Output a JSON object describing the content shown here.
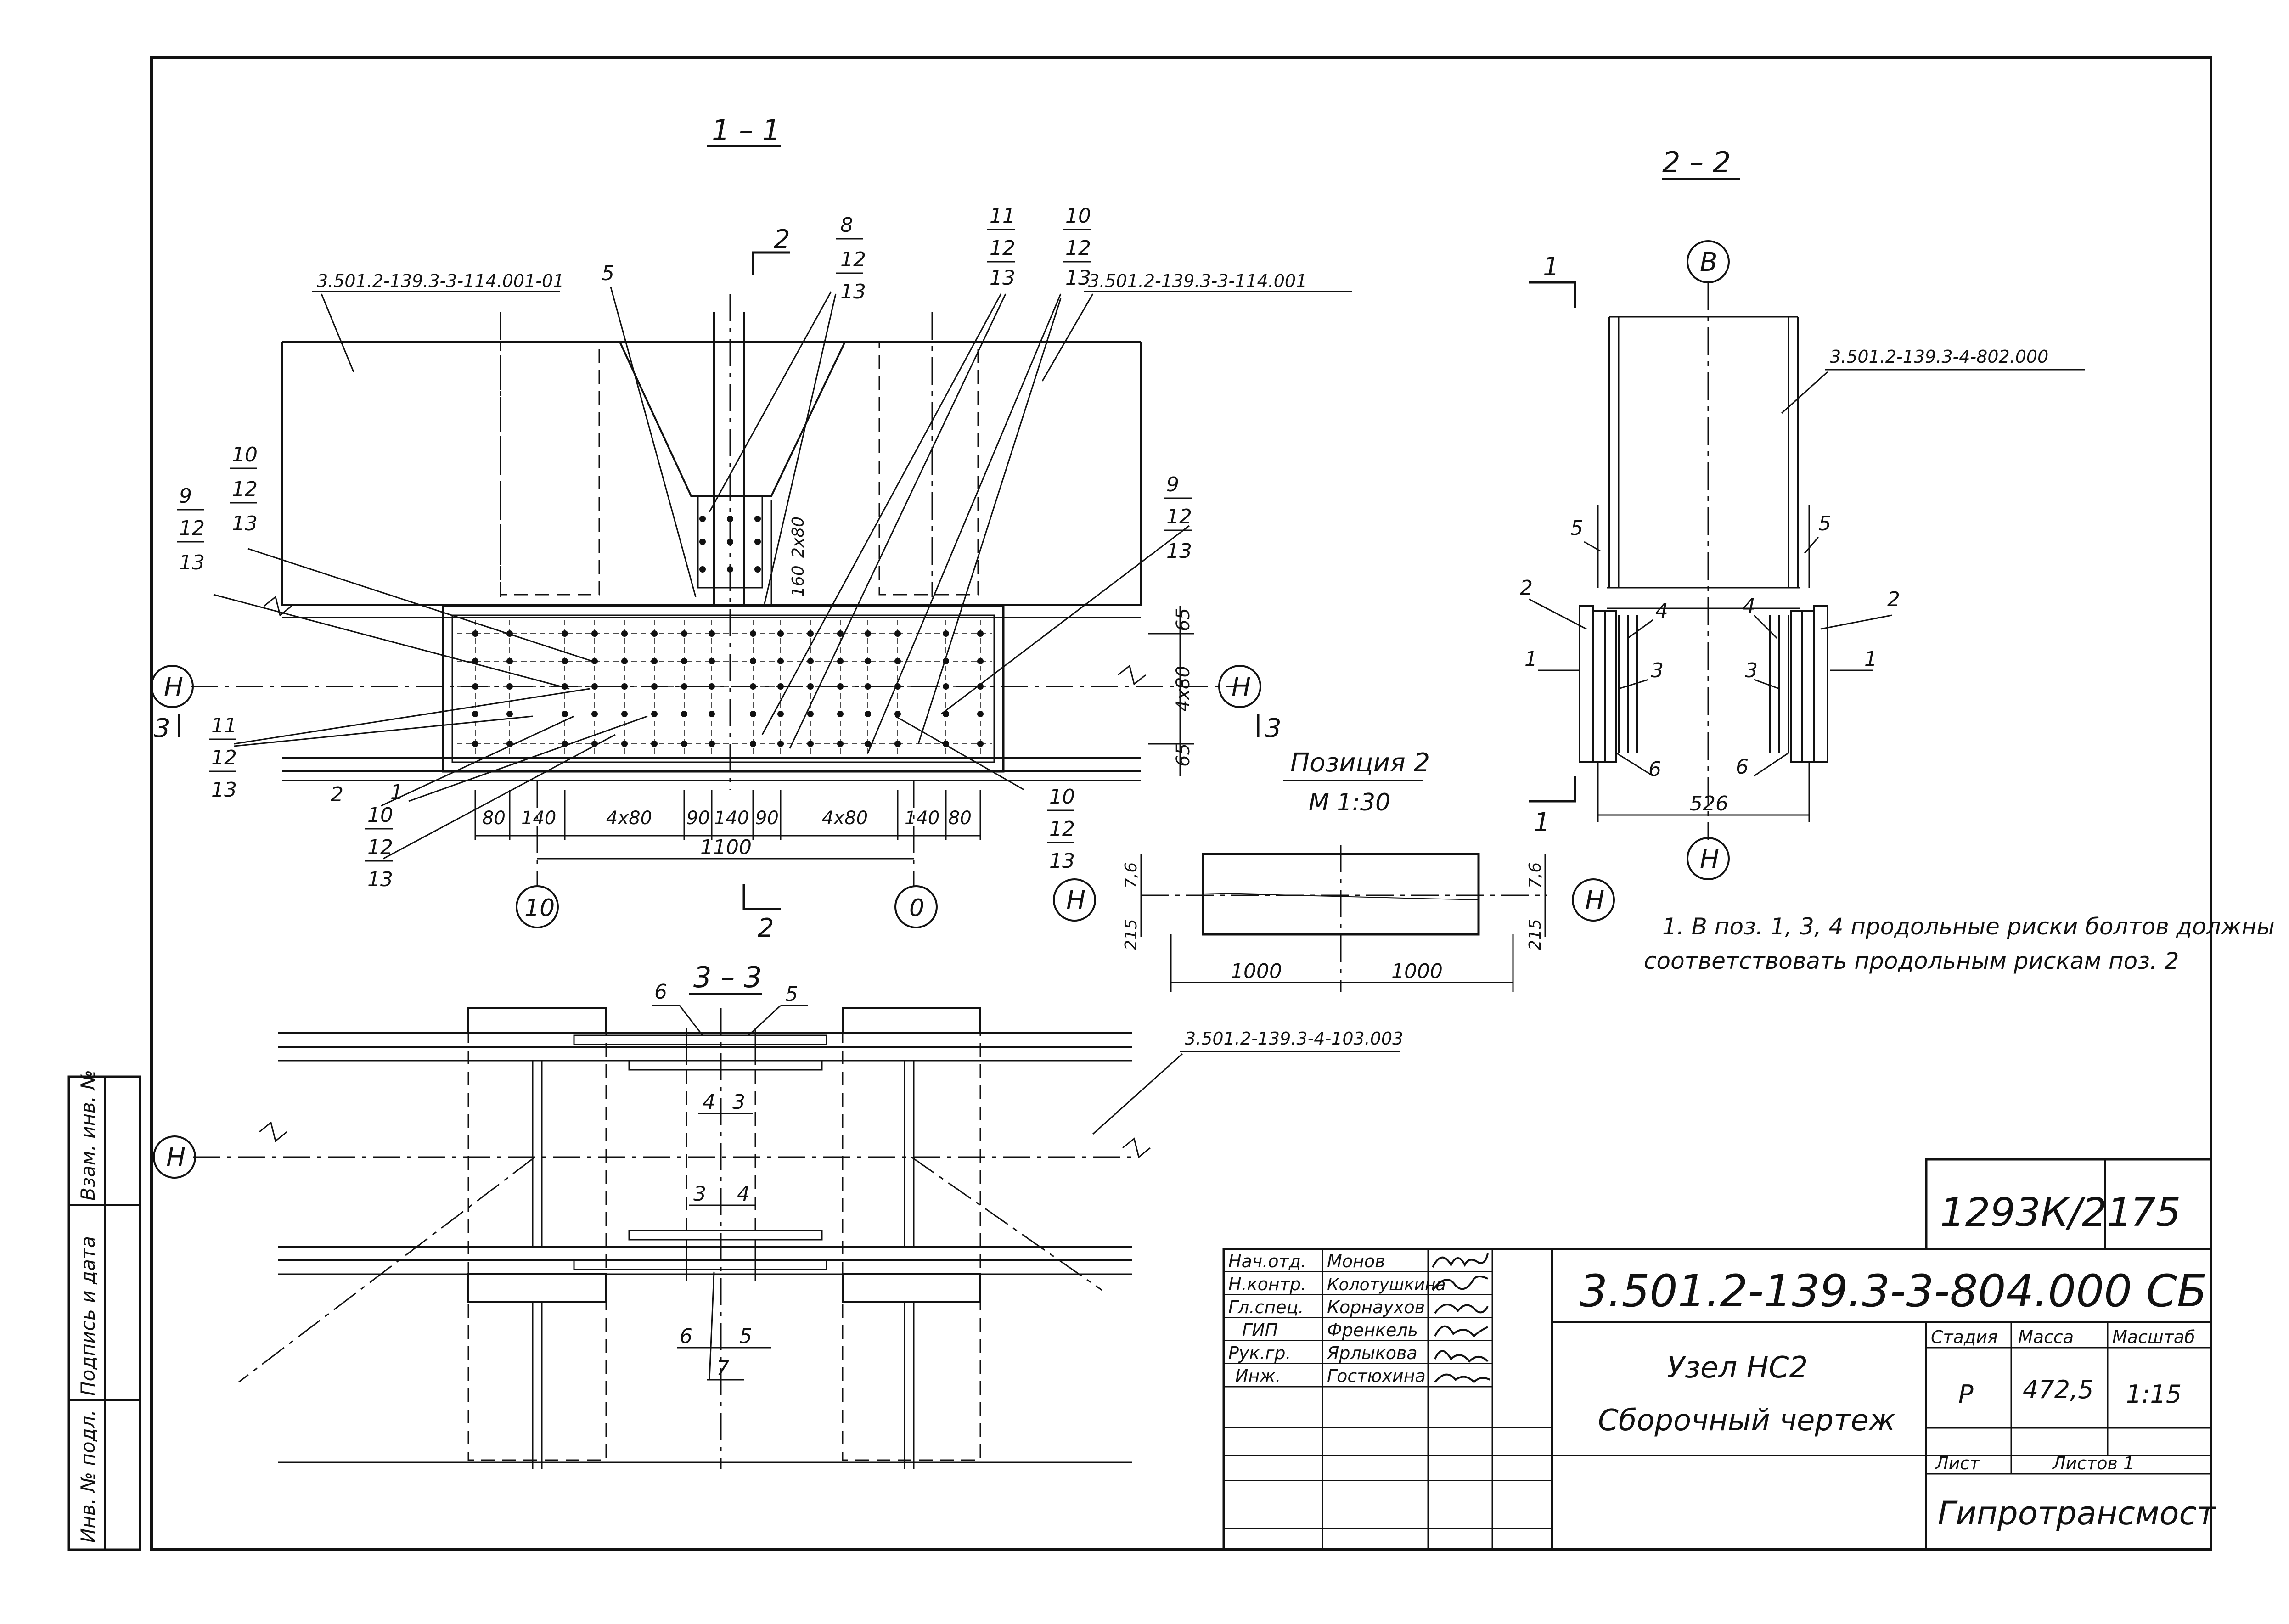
{
  "sheet": {
    "project_code": "1293К/21",
    "sheet_number": "75",
    "document_code": "3.501.2-139.3-3-804.000 СБ",
    "title_line1": "Узел НС2",
    "title_line2": "Сборочный чертеж",
    "organization": "Гипротрансмост",
    "stage_header": "Стадия",
    "mass_header": "Масса",
    "scale_header": "Масштаб",
    "stage": "Р",
    "mass": "472,5",
    "scale": "1:15",
    "sheet_label": "Лист",
    "sheets_label": "Листов 1"
  },
  "signatures": [
    {
      "role": "Нач.отд.",
      "name": "Монов"
    },
    {
      "role": "Н.контр.",
      "name": "Колотушкина"
    },
    {
      "role": "Гл.спец.",
      "name": "Корнаухов"
    },
    {
      "role": "ГИП",
      "name": "Френкель"
    },
    {
      "role": "Рук.гр.",
      "name": "Ярлыкова"
    },
    {
      "role": "Инж.",
      "name": "Гостюхина"
    }
  ],
  "side_stamp": {
    "inv_orig": "Инв. № подл.",
    "sign_date": "Подпись и дата",
    "inv_replace": "Взам. инв. №"
  },
  "views": {
    "section_1_1": "1 – 1",
    "section_2_2": "2 – 2",
    "section_3_3": "3 – 3",
    "position_2_title": "Позиция 2",
    "position_2_scale": "М 1:30"
  },
  "references": {
    "ref_114_001_01": "3.501.2-139.3-3-114.001-01",
    "ref_114_001": "3.501.2-139.3-3-114.001",
    "ref_802_000": "3.501.2-139.3-4-802.000",
    "ref_103_003": "3.501.2-139.3-4-103.003"
  },
  "axes": {
    "h": "Н",
    "b": "В",
    "ten": "10",
    "zero": "0"
  },
  "dimensions": {
    "d80": "80",
    "d140": "140",
    "d4x80": "4x80",
    "d90": "90",
    "d1100": "1100",
    "d65": "65",
    "d2x80": "2x80",
    "d160": "160",
    "d526": "526",
    "d7_6": "7,6",
    "d215": "215",
    "d1000": "1000"
  },
  "cuts": {
    "c1": "1",
    "c2": "2",
    "c3": "3"
  },
  "positions": {
    "p1": "1",
    "p2": "2",
    "p3": "3",
    "p4": "4",
    "p5": "5",
    "p6": "6",
    "p7": "7",
    "p8": "8",
    "p9": "9",
    "p10": "10",
    "p11": "11",
    "p12": "12",
    "p13": "13"
  },
  "note": {
    "line1": "1. В поз. 1, 3, 4 продольные риски болтов должны",
    "line2": "соответствовать продольным рискам поз. 2"
  }
}
